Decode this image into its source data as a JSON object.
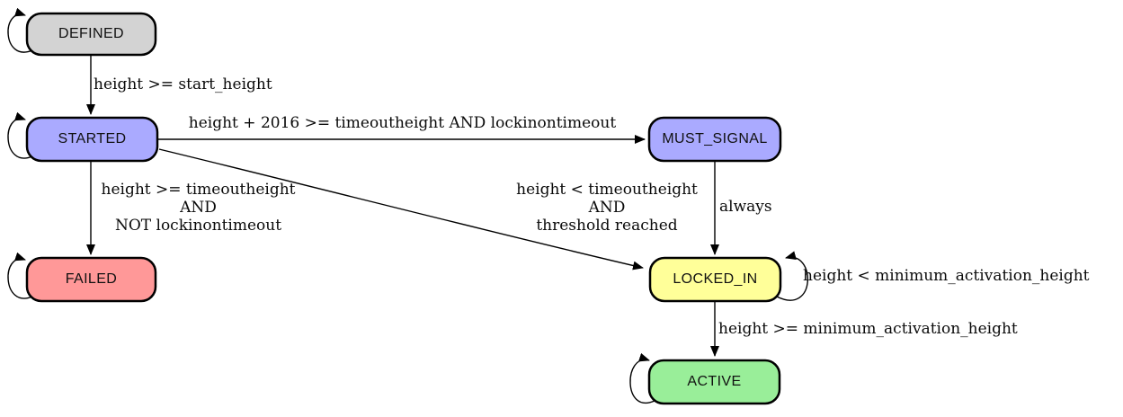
{
  "diagram": {
    "type": "state-machine",
    "background": "#ffffff",
    "edge_color": "#000000",
    "node_border_color": "#000000"
  },
  "states": [
    {
      "name": "DEFINED",
      "color": "#d3d3d3"
    },
    {
      "name": "STARTED",
      "color": "#aaaaff"
    },
    {
      "name": "MUST_SIGNAL",
      "color": "#aaaaff"
    },
    {
      "name": "FAILED",
      "color": "#ff9898"
    },
    {
      "name": "LOCKED_IN",
      "color": "#ffff99"
    },
    {
      "name": "ACTIVE",
      "color": "#99ee99"
    }
  ],
  "transitions": [
    {
      "from": "DEFINED",
      "to": "STARTED",
      "label": "height >= start_height"
    },
    {
      "from": "STARTED",
      "to": "MUST_SIGNAL",
      "label": "height + 2016 >= timeoutheight AND lockinontimeout"
    },
    {
      "from": "STARTED",
      "to": "FAILED",
      "label": "height >= timeoutheight\nAND\nNOT lockinontimeout"
    },
    {
      "from": "STARTED",
      "to": "LOCKED_IN",
      "label": "height < timeoutheight\nAND\nthreshold reached"
    },
    {
      "from": "MUST_SIGNAL",
      "to": "LOCKED_IN",
      "label": "always"
    },
    {
      "from": "LOCKED_IN",
      "to": "LOCKED_IN",
      "label": "height < minimum_activation_height"
    },
    {
      "from": "LOCKED_IN",
      "to": "ACTIVE",
      "label": "height >= minimum_activation_height"
    },
    {
      "from": "DEFINED",
      "to": "DEFINED",
      "label": ""
    },
    {
      "from": "STARTED",
      "to": "STARTED",
      "label": ""
    },
    {
      "from": "FAILED",
      "to": "FAILED",
      "label": ""
    },
    {
      "from": "ACTIVE",
      "to": "ACTIVE",
      "label": ""
    }
  ]
}
